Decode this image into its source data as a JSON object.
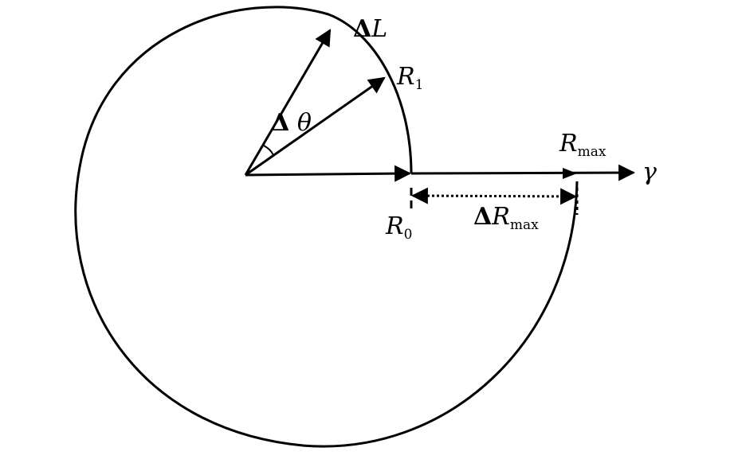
{
  "diagram": {
    "labels": {
      "delta_l": {
        "delta": "Δ",
        "symbol": "L"
      },
      "r1": {
        "symbol": "R",
        "sub": "1"
      },
      "delta_theta": {
        "delta": "Δ",
        "symbol": "θ"
      },
      "rmax": {
        "symbol": "R",
        "sub": "max"
      },
      "gamma": {
        "symbol": "γ"
      },
      "r0": {
        "symbol": "R",
        "sub": "0"
      },
      "delta_rmax": {
        "delta": "Δ",
        "symbol": "R",
        "sub": "max"
      }
    },
    "colors": {
      "stroke": "#000000",
      "background": "#ffffff"
    }
  }
}
